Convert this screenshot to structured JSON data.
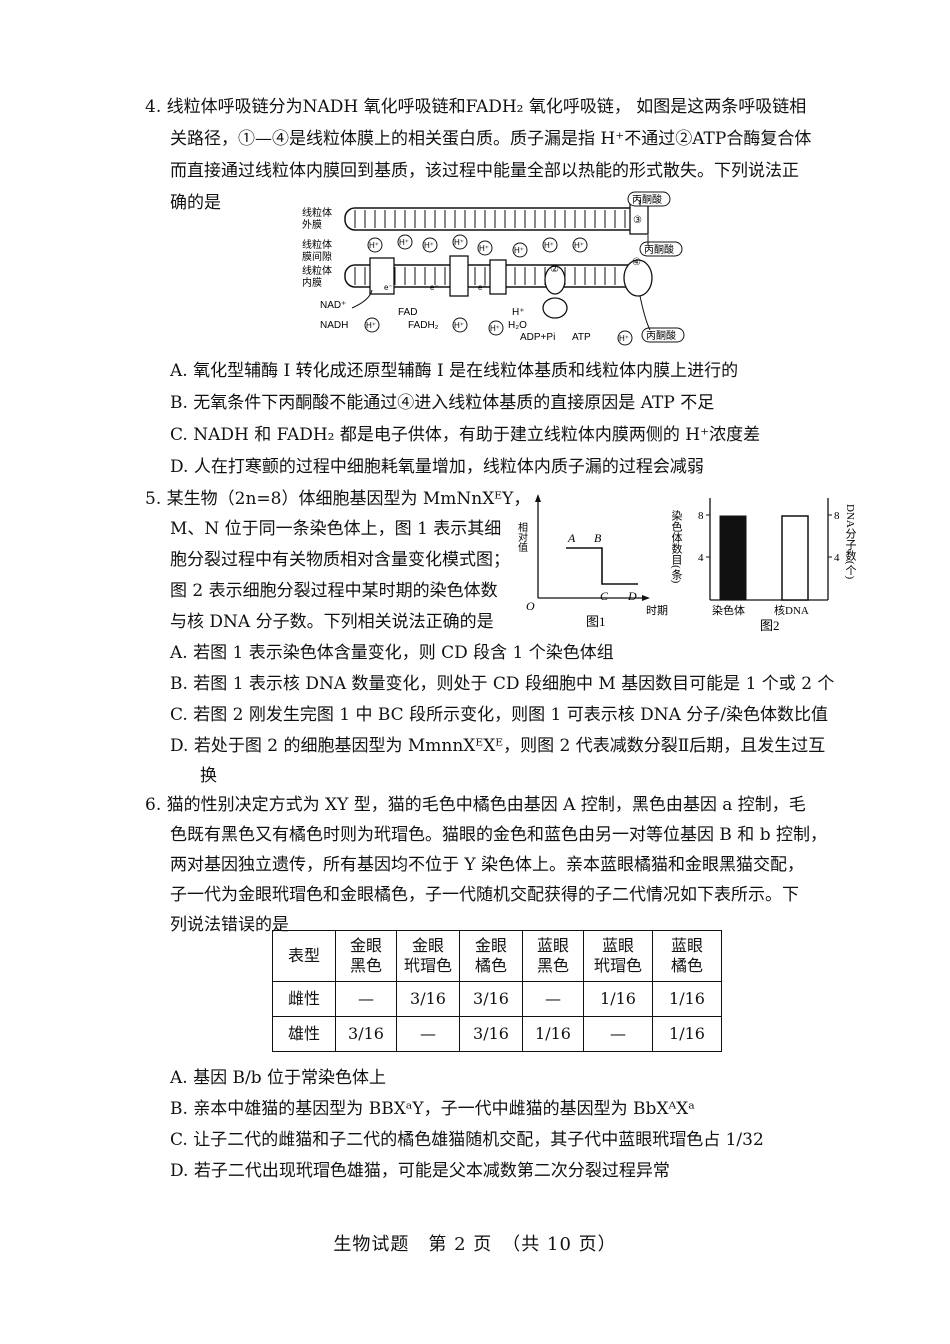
{
  "q4": {
    "lines": [
      "4. 线粒体呼吸链分为NADH 氧化呼吸链和FADH₂ 氧化呼吸链， 如图是这两条呼吸链相",
      "关路径，①—④是线粒体膜上的相关蛋白质。质子漏是指 H⁺不通过②ATP合酶复合体",
      "而直接通过线粒体内膜回到基质，该过程中能量全部以热能的形式散失。下列说法正",
      "确的是"
    ],
    "figure": {
      "left_labels": [
        "线粒体外膜",
        "线粒体膜间隙",
        "线粒体内膜"
      ],
      "outer_membrane_label": "线粒体",
      "outer_membrane_label2": "外膜",
      "space_label1": "线粒体",
      "space_label2": "膜间隙",
      "inner_label1": "线粒体",
      "inner_label2": "内膜",
      "pyruvate": "丙酮酸",
      "proton": "H⁺",
      "nad": "NAD⁺",
      "nadh": "NADH",
      "fad": "FAD",
      "fadh2": "FADH₂",
      "h2o": "H₂O",
      "adp": "ADP+Pi",
      "atp": "ATP",
      "e": "e⁻",
      "n2": "②",
      "n3": "③",
      "n4": "④"
    },
    "options": [
      "A. 氧化型辅酶 I 转化成还原型辅酶 I 是在线粒体基质和线粒体内膜上进行的",
      "B. 无氧条件下丙酮酸不能通过④进入线粒体基质的直接原因是 ATP 不足",
      "C. NADH 和 FADH₂ 都是电子供体，有助于建立线粒体内膜两侧的 H⁺浓度差",
      "D. 人在打寒颤的过程中细胞耗氧量增加，线粒体内质子漏的过程会减弱"
    ]
  },
  "q5": {
    "lines": [
      "5. 某生物（2n=8）体细胞基因型为 MmNnXᴱY，",
      "M、N 位于同一条染色体上，图 1 表示其细",
      "胞分裂过程中有关物质相对含量变化模式图；",
      "图 2 表示细胞分裂过程中某时期的染色体数",
      "与核 DNA 分子数。下列相关说法正确的是"
    ],
    "fig1": {
      "ylabel": "相对值",
      "xlabel": "时期",
      "origin": "O",
      "caption": "图1",
      "pA": "A",
      "pB": "B",
      "pC": "C",
      "pD": "D"
    },
    "fig2": {
      "ylabel_left": "染色体数目(条)",
      "ylabel_right": "DNA分子数(个)",
      "tick8": "8",
      "tick4": "4",
      "tick8r": "8",
      "tick4r": "4",
      "cat1": "染色体",
      "cat2": "核DNA",
      "caption": "图2"
    },
    "chart_data": [
      {
        "type": "line",
        "x": [
          "A",
          "B",
          "C",
          "D"
        ],
        "values": [
          2,
          2,
          1,
          1
        ],
        "xlabel": "时期",
        "ylabel": "相对值",
        "title": "图1"
      },
      {
        "type": "bar",
        "categories": [
          "染色体",
          "核DNA"
        ],
        "values": [
          8,
          8
        ],
        "ylabel": "染色体数目(条)",
        "ylabel_right": "DNA分子数(个)",
        "title": "图2",
        "ylim": [
          0,
          10
        ]
      }
    ],
    "options": [
      "A. 若图 1 表示染色体含量变化，则 CD 段含 1 个染色体组",
      "B. 若图 1 表示核 DNA 数量变化，则处于 CD 段细胞中 M 基因数目可能是 1 个或 2 个",
      "C. 若图 2 刚发生完图 1 中 BC 段所示变化，则图 1 可表示核 DNA 分子/染色体数比值",
      "D. 若处于图 2 的细胞基因型为 MmnnXᴱXᴱ，则图 2 代表减数分裂Ⅱ后期，且发生过互",
      "换"
    ]
  },
  "q6": {
    "lines": [
      "6. 猫的性别决定方式为 XY 型，猫的毛色中橘色由基因 A 控制，黑色由基因 a 控制，毛",
      "色既有黑色又有橘色时则为玳瑁色。猫眼的金色和蓝色由另一对等位基因 B 和 b 控制，",
      "两对基因独立遗传，所有基因均不位于 Y 染色体上。亲本蓝眼橘猫和金眼黑猫交配，",
      "子一代为金眼玳瑁色和金眼橘色，子一代随机交配获得的子二代情况如下表所示。下",
      "列说法错误的是"
    ],
    "table": {
      "header": [
        "表型",
        "金眼\n黑色",
        "金眼\n玳瑁色",
        "金眼\n橘色",
        "蓝眼\n黑色",
        "蓝眼\n玳瑁色",
        "蓝眼\n橘色"
      ],
      "rows": [
        [
          "雌性",
          "—",
          "3/16",
          "3/16",
          "—",
          "1/16",
          "1/16"
        ],
        [
          "雄性",
          "3/16",
          "—",
          "3/16",
          "1/16",
          "—",
          "1/16"
        ]
      ]
    },
    "options": [
      "A. 基因 B/b 位于常染色体上",
      "B. 亲本中雄猫的基因型为 BBXᵃY，子一代中雌猫的基因型为 BbXᴬXᵃ",
      "C. 让子二代的雌猫和子二代的橘色雄猫随机交配，其子代中蓝眼玳瑁色占 1/32",
      "D. 若子二代出现玳瑁色雄猫，可能是父本减数第二次分裂过程异常"
    ]
  },
  "footer": "生物试题　第 2 页　（共 10 页）"
}
